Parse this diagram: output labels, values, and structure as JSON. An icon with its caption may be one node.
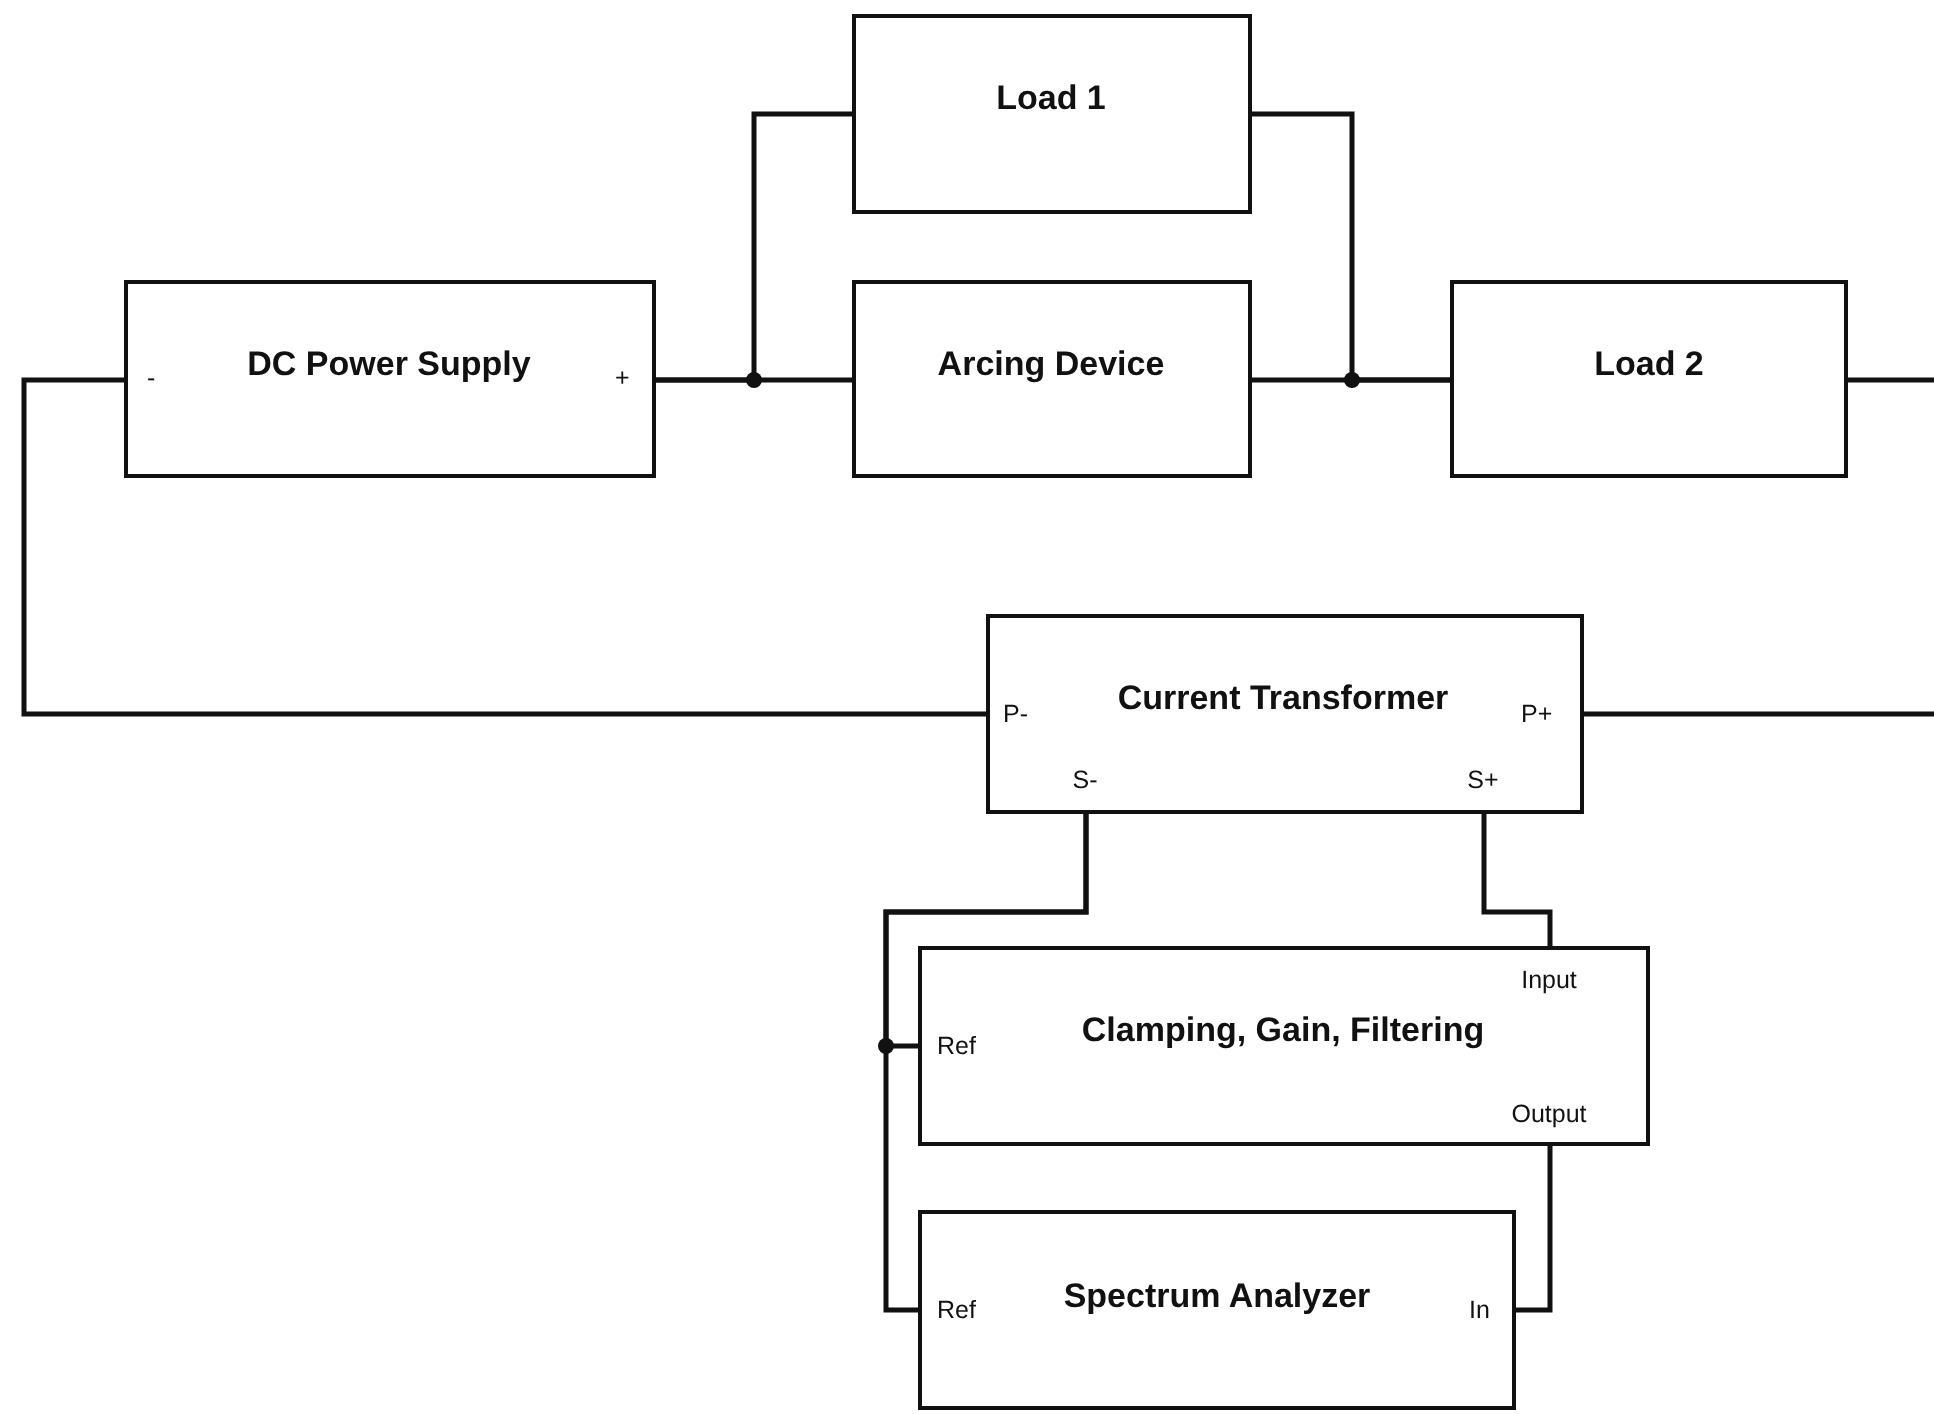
{
  "diagram": {
    "nodes": [
      {
        "text": [
          "-",
          "DC Power Supply",
          "+"
        ]
      },
      {
        "text": [
          "Load 1"
        ]
      },
      {
        "text": [
          "Arcing Device"
        ]
      },
      {
        "text": [
          "Load 2"
        ]
      },
      {
        "text": [
          "P-",
          "Current Transformer",
          "P+",
          "S-",
          "S+"
        ]
      },
      {
        "text": [
          "Input",
          "Ref",
          "Clamping, Gain, Filtering",
          "Output"
        ]
      },
      {
        "text": [
          "Ref",
          "Spectrum Analyzer",
          "In"
        ]
      }
    ],
    "edges": [
      {
        "from": 0,
        "to": 4,
        "arrow": "none"
      },
      {
        "from": 0,
        "to": 1,
        "arrow": "none"
      },
      {
        "from": 0,
        "to": 2,
        "arrow": "none"
      },
      {
        "from": 1,
        "to": 3,
        "arrow": "none"
      },
      {
        "from": 2,
        "to": 3,
        "arrow": "none"
      },
      {
        "from": 3,
        "to": null,
        "arrow": "none"
      },
      {
        "from": 4,
        "to": null,
        "arrow": "none"
      },
      {
        "from": 4,
        "to": 5,
        "arrow": "none"
      },
      {
        "from": 4,
        "to": 6,
        "arrow": "none"
      },
      {
        "from": 4,
        "to": 5,
        "arrow": "none"
      },
      {
        "from": 5,
        "to": 6,
        "arrow": "none"
      }
    ]
  }
}
